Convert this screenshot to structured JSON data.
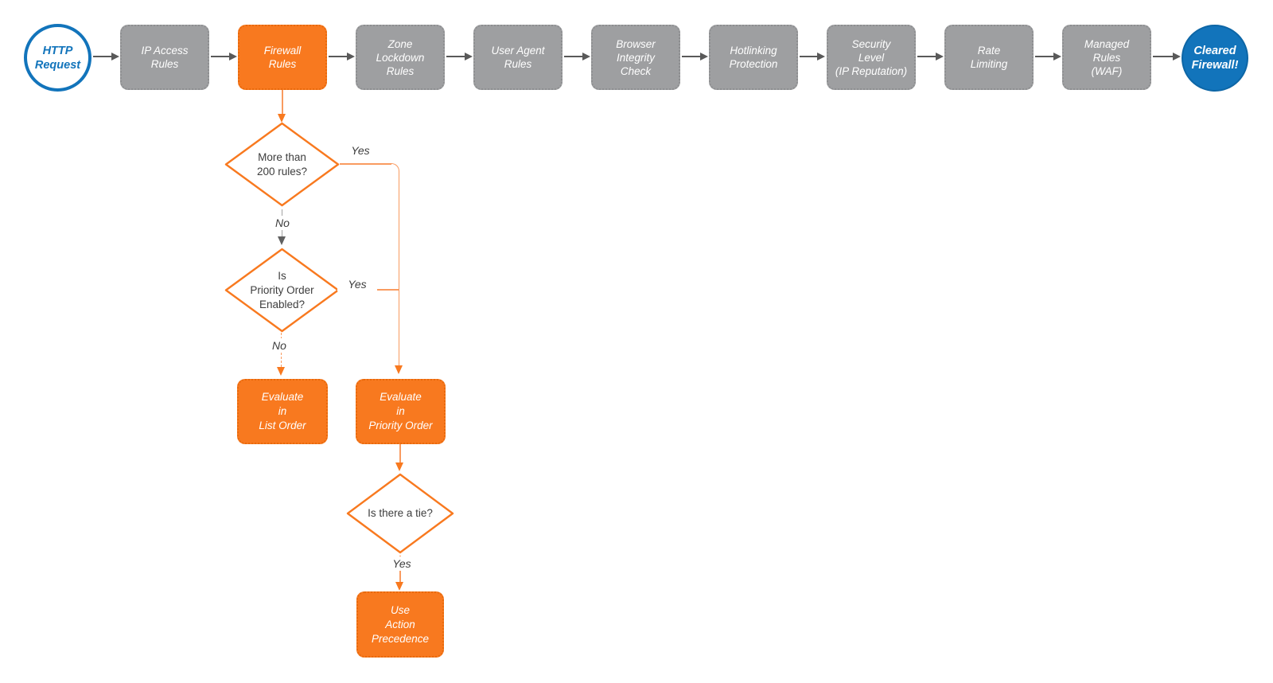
{
  "colors": {
    "accent_orange": "#f8791f",
    "node_gray": "#9e9fa1",
    "brand_blue": "#1274bb",
    "line_orange": "#f99b60",
    "connector_gray": "#595959"
  },
  "nodes": {
    "start": "HTTP\nRequest",
    "end": "Cleared\nFirewall!",
    "stages": [
      {
        "label": "IP Access\nRules",
        "highlighted": false
      },
      {
        "label": "Firewall\nRules",
        "highlighted": true
      },
      {
        "label": "Zone\nLockdown\nRules",
        "highlighted": false
      },
      {
        "label": "User Agent\nRules",
        "highlighted": false
      },
      {
        "label": "Browser\nIntegrity\nCheck",
        "highlighted": false
      },
      {
        "label": "Hotlinking\nProtection",
        "highlighted": false
      },
      {
        "label": "Security\nLevel\n(IP Reputation)",
        "highlighted": false
      },
      {
        "label": "Rate\nLimiting",
        "highlighted": false
      },
      {
        "label": "Managed\nRules\n(WAF)",
        "highlighted": false
      }
    ],
    "decisions": {
      "more_than_200_rules": "More than\n200 rules?",
      "priority_order_enabled": "Is\nPriority Order\nEnabled?",
      "is_there_a_tie": "Is there a tie?"
    },
    "processes": {
      "evaluate_list_order": "Evaluate\nin\nList Order",
      "evaluate_priority_order": "Evaluate\nin\nPriority Order",
      "use_action_precedence": "Use\nAction\nPrecedence"
    }
  },
  "edge_labels": {
    "more_than_200_yes": "Yes",
    "more_than_200_no": "No",
    "priority_enabled_yes": "Yes",
    "priority_enabled_no": "No",
    "tie_yes": "Yes"
  }
}
